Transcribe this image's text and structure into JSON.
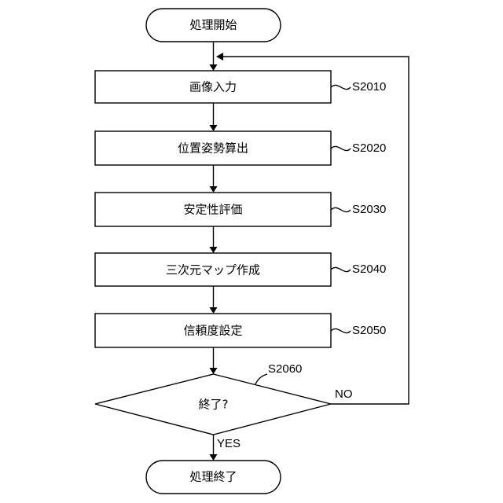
{
  "flowchart": {
    "start": {
      "label": "処理開始"
    },
    "steps": [
      {
        "label": "画像入力",
        "step_id": "S2010"
      },
      {
        "label": "位置姿勢算出",
        "step_id": "S2020"
      },
      {
        "label": "安定性評価",
        "step_id": "S2030"
      },
      {
        "label": "三次元マップ作成",
        "step_id": "S2040"
      },
      {
        "label": "信頼度設定",
        "step_id": "S2050"
      }
    ],
    "decision": {
      "label": "終了?",
      "step_id": "S2060",
      "no_label": "NO",
      "yes_label": "YES"
    },
    "end": {
      "label": "処理終了"
    }
  }
}
